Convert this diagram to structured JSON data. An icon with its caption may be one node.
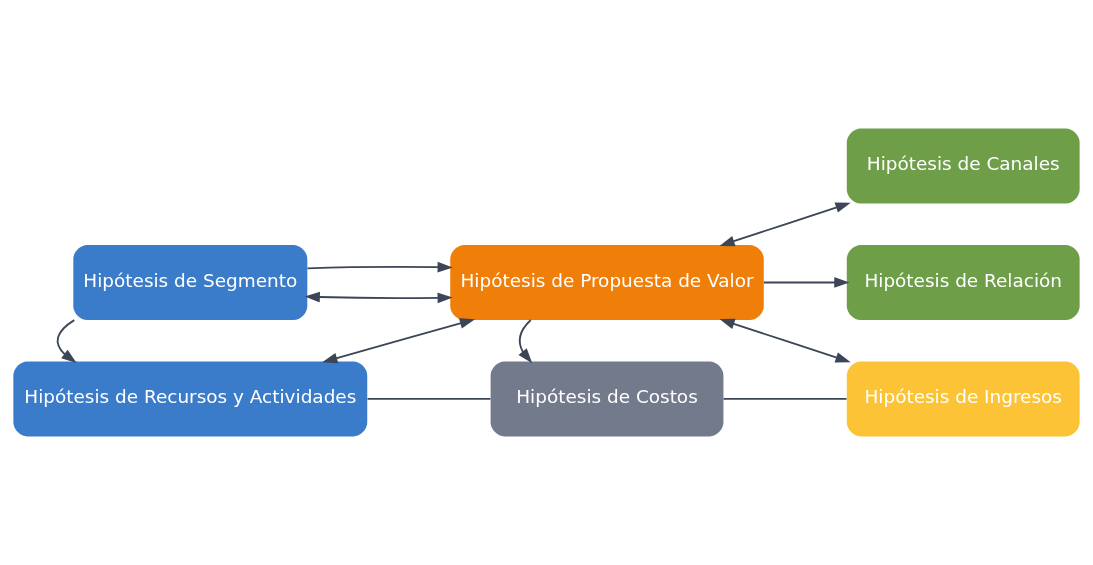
{
  "diagram": {
    "nodes": [
      {
        "text": [
          "Hipótesis de Segmento"
        ]
      },
      {
        "text": [
          "Hipótesis de Propuesta de Valor"
        ]
      },
      {
        "text": [
          "Hipótesis de Canales"
        ]
      },
      {
        "text": [
          "Hipótesis de Relación"
        ]
      },
      {
        "text": [
          "Hipótesis de Recursos y Actividades"
        ]
      },
      {
        "text": [
          "Hipótesis de Costos"
        ]
      },
      {
        "text": [
          "Hipótesis de Ingresos"
        ]
      }
    ],
    "edges": [
      {
        "from": 0,
        "to": 1,
        "arrow": "both"
      },
      {
        "from": 1,
        "to": 2,
        "arrow": "both"
      },
      {
        "from": 0,
        "to": 1,
        "arrow": "to"
      },
      {
        "from": 1,
        "to": 3,
        "arrow": "to"
      },
      {
        "from": 0,
        "to": 4,
        "arrow": "to"
      },
      {
        "from": 1,
        "to": 4,
        "arrow": "both"
      },
      {
        "from": 1,
        "to": 5,
        "arrow": "to"
      },
      {
        "from": 1,
        "to": 6,
        "arrow": "both"
      },
      {
        "from": 4,
        "to": 5,
        "arrow": "none"
      },
      {
        "from": 6,
        "to": 5,
        "arrow": "none"
      }
    ]
  }
}
